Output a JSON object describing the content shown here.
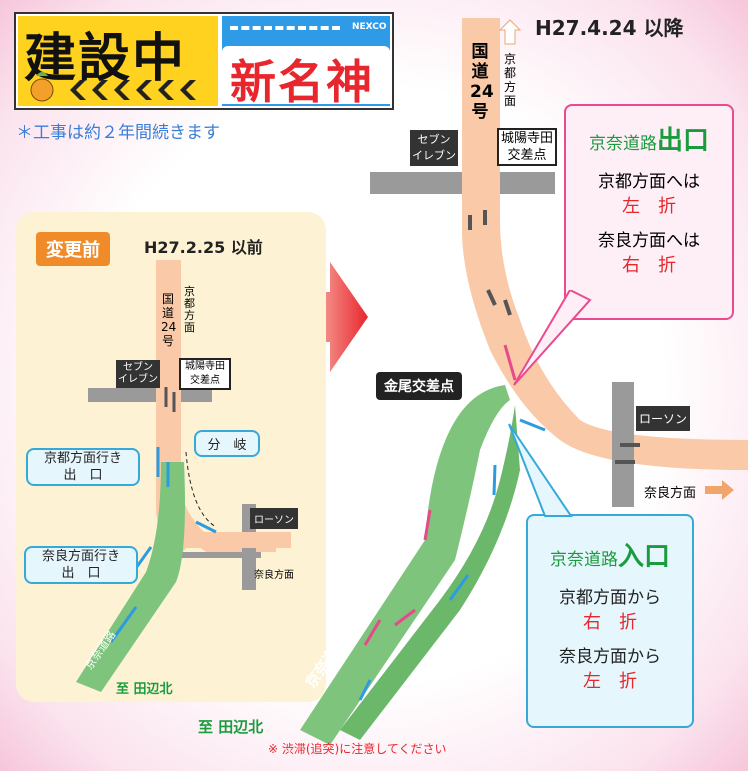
{
  "title": {
    "line1": "建設中",
    "line2": "新名神",
    "logo": "NEXCO"
  },
  "note": "＊工事は約２年間続きます",
  "date_after": "H27.4.24 以降",
  "before": {
    "badge": "変更前",
    "date": "H27.2.25 以前",
    "route": "国道24号",
    "direction_north": "京都方面",
    "seven": [
      "セブン",
      "イレブン"
    ],
    "intersection": [
      "城陽寺田",
      "交差点"
    ],
    "lawson": "ローソン",
    "nara": "奈良方面",
    "branch": "分　岐",
    "exit_kyoto": [
      "京都方面行き",
      "出　口"
    ],
    "exit_nara": [
      "奈良方面行き",
      "出　口"
    ],
    "keina": "京奈道路",
    "to": "至 田辺北"
  },
  "after": {
    "route": "国道24号",
    "direction_north": "京都方面",
    "seven": [
      "セブン",
      "イレブン"
    ],
    "intersection": [
      "城陽寺田",
      "交差点"
    ],
    "kanao": "金尾交差点",
    "lawson": "ローソン",
    "nara": "奈良方面",
    "keina": "京奈道路",
    "to": "至 田辺北",
    "exit_box": {
      "title": "京奈道路",
      "title_big": "出口",
      "l1": "京都方面へは",
      "l1v": "左　折",
      "l2": "奈良方面へは",
      "l2v": "右　折"
    },
    "entry_box": {
      "title": "京奈道路",
      "title_big": "入口",
      "l1": "京都方面から",
      "l1v": "右　折",
      "l2": "奈良方面から",
      "l2v": "左　折"
    }
  },
  "footnote": "※ 渋滞(追突)に注意してください"
}
